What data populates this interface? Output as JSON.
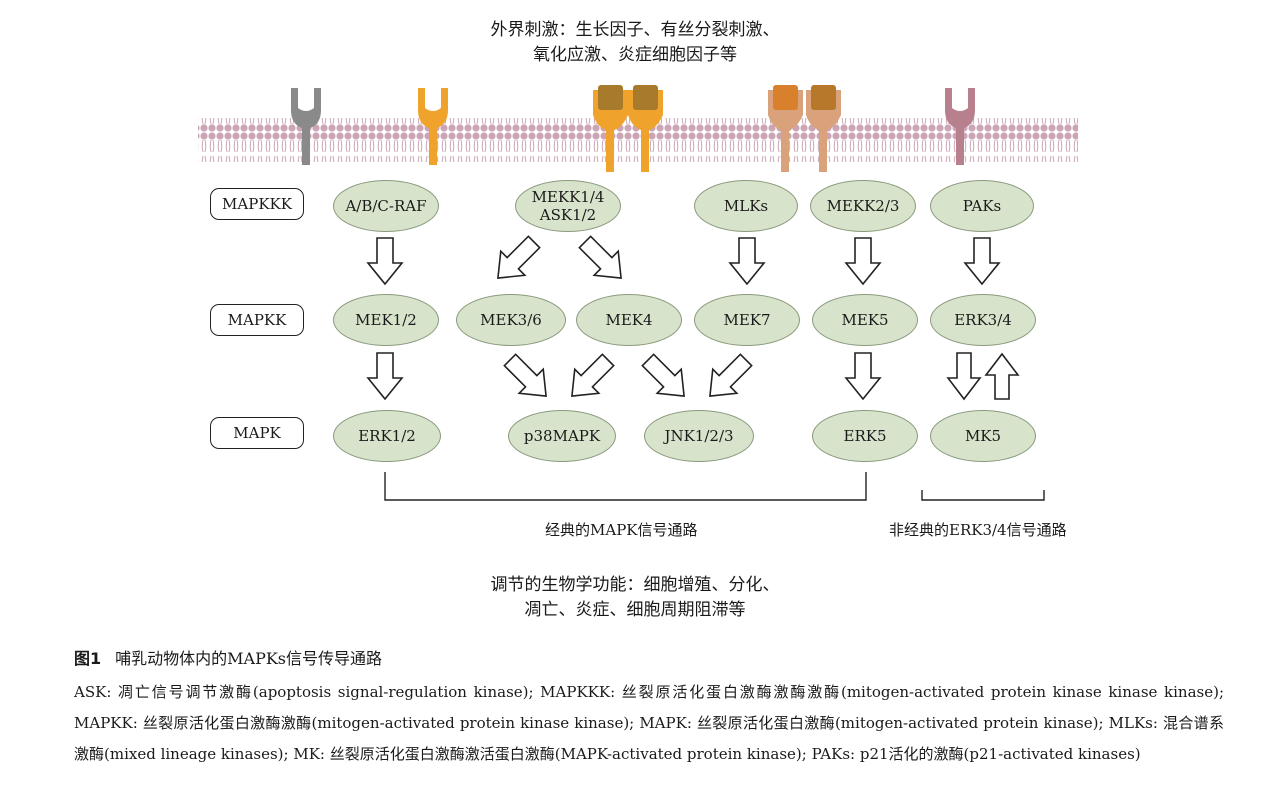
{
  "stimuli": {
    "line1": "外界刺激：生长因子、有丝分裂刺激、",
    "line2": "氧化应激、炎症细胞因子等"
  },
  "levels": {
    "mapkkk": "MAPKKK",
    "mapkk": "MAPKK",
    "mapk": "MAPK"
  },
  "nodes": {
    "raf": "A/B/C-RAF",
    "mekk14": "MEKK1/4\nASK1/2",
    "mlks": "MLKs",
    "mekk23": "MEKK2/3",
    "paks": "PAKs",
    "mek12": "MEK1/2",
    "mek36": "MEK3/6",
    "mek4": "MEK4",
    "mek7": "MEK7",
    "mek5": "MEK5",
    "erk34": "ERK3/4",
    "erk12": "ERK1/2",
    "p38": "p38MAPK",
    "jnk": "JNK1/2/3",
    "erk5": "ERK5",
    "mk5": "MK5"
  },
  "pathways": {
    "classical": "经典的MAPK信号通路",
    "nonclassical": "非经典的ERK3/4信号通路"
  },
  "functions": {
    "line1": "调节的生物学功能：细胞增殖、分化、",
    "line2": "凋亡、炎症、细胞周期阻滞等"
  },
  "figure": {
    "number": "图1",
    "title": "哺乳动物体内的MAPKs信号传导通路"
  },
  "legend": {
    "text": "ASK: 凋亡信号调节激酶(apoptosis signal-regulation kinase); MAPKKK: 丝裂原活化蛋白激酶激酶激酶(mitogen-activated protein kinase kinase kinase); MAPKK: 丝裂原活化蛋白激酶激酶(mitogen-activated protein kinase kinase); MAPK: 丝裂原活化蛋白激酶(mitogen-activated protein kinase); MLKs: 混合谱系激酶(mixed lineage kinases); MK: 丝裂原活化蛋白激酶激活蛋白激酶(MAPK-activated protein kinase); PAKs: p21活化的激酶(p21-activated kinases)"
  },
  "colors": {
    "node_fill": "#d7e4cb",
    "node_stroke": "#8b9a7e",
    "membrane": "#cba5b5",
    "receptor_gray": "#8a8a8a",
    "receptor_orange": "#f0a32c",
    "receptor_tan": "#d9a27b",
    "receptor_rose": "#b87f8c"
  }
}
